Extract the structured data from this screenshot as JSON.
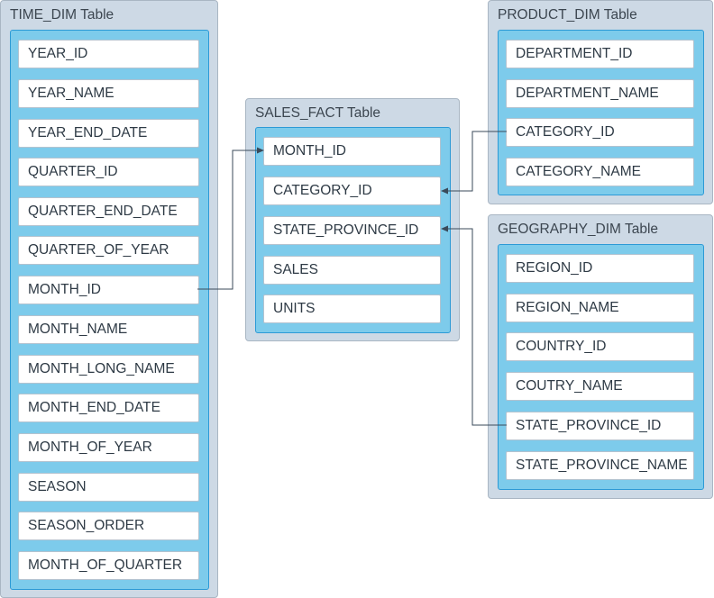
{
  "tables": {
    "time_dim": {
      "title": "TIME_DIM Table",
      "fields": [
        "YEAR_ID",
        "YEAR_NAME",
        "YEAR_END_DATE",
        "QUARTER_ID",
        "QUARTER_END_DATE",
        "QUARTER_OF_YEAR",
        "MONTH_ID",
        "MONTH_NAME",
        "MONTH_LONG_NAME",
        "MONTH_END_DATE",
        "MONTH_OF_YEAR",
        "SEASON",
        "SEASON_ORDER",
        "MONTH_OF_QUARTER"
      ]
    },
    "sales_fact": {
      "title": "SALES_FACT Table",
      "fields": [
        "MONTH_ID",
        "CATEGORY_ID",
        "STATE_PROVINCE_ID",
        "SALES",
        "UNITS"
      ]
    },
    "product_dim": {
      "title": "PRODUCT_DIM Table",
      "fields": [
        "DEPARTMENT_ID",
        "DEPARTMENT_NAME",
        "CATEGORY_ID",
        "CATEGORY_NAME"
      ]
    },
    "geography_dim": {
      "title": "GEOGRAPHY_DIM Table",
      "fields": [
        "REGION_ID",
        "REGION_NAME",
        "COUNTRY_ID",
        "COUTRY_NAME",
        "STATE_PROVINCE_ID",
        "STATE_PROVINCE_NAME"
      ]
    }
  },
  "colors": {
    "outer": "#cdd9e5",
    "inner": "#7dcbeb",
    "inner_border": "#2c9ad6",
    "connector": "#3a4a5a"
  }
}
